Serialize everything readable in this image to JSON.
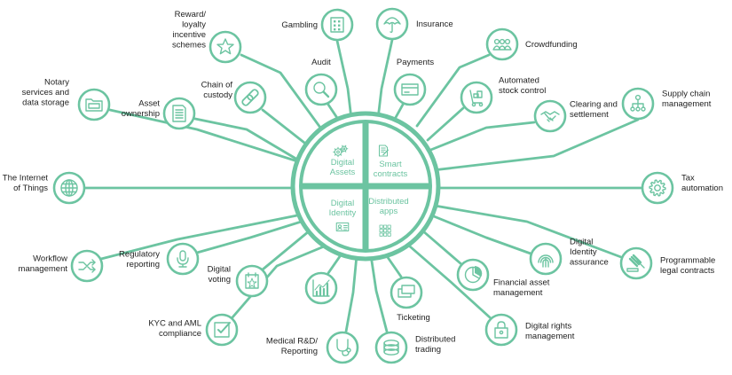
{
  "colors": {
    "accent": "#6cc4a1",
    "text": "#222222",
    "background": "#ffffff"
  },
  "center": {
    "quadrants": [
      {
        "lines": [
          "Digital",
          "Assets"
        ],
        "icon": "gears-icon"
      },
      {
        "lines": [
          "Smart",
          "contracts"
        ],
        "icon": "contract-icon"
      },
      {
        "lines": [
          "Digital",
          "Identity"
        ],
        "icon": "id-card-icon"
      },
      {
        "lines": [
          "Distributed",
          "apps"
        ],
        "icon": "app-grid-icon"
      }
    ]
  },
  "nodes": [
    {
      "id": "gambling",
      "lines": [
        "Gambling"
      ],
      "icon": "dice-icon"
    },
    {
      "id": "insurance",
      "lines": [
        "Insurance"
      ],
      "icon": "umbrella-icon"
    },
    {
      "id": "reward",
      "lines": [
        "Reward/",
        "loyalty",
        "incentive",
        "schemes"
      ],
      "icon": "star-icon"
    },
    {
      "id": "crowdfunding",
      "lines": [
        "Crowdfunding"
      ],
      "icon": "people-icon"
    },
    {
      "id": "audit",
      "lines": [
        "Audit"
      ],
      "icon": "magnifier-icon"
    },
    {
      "id": "payments",
      "lines": [
        "Payments"
      ],
      "icon": "credit-card-icon"
    },
    {
      "id": "automated-stock",
      "lines": [
        "Automated",
        "stock control"
      ],
      "icon": "trolley-icon"
    },
    {
      "id": "notary",
      "lines": [
        "Notary",
        "services and",
        "data storage"
      ],
      "icon": "folder-icon"
    },
    {
      "id": "chain-custody",
      "lines": [
        "Chain of",
        "custody"
      ],
      "icon": "chain-link-icon"
    },
    {
      "id": "asset-ownership",
      "lines": [
        "Asset",
        "ownership"
      ],
      "icon": "document-icon"
    },
    {
      "id": "clearing",
      "lines": [
        "Clearing and",
        "settlement"
      ],
      "icon": "handshake-icon"
    },
    {
      "id": "supply-chain",
      "lines": [
        "Supply chain",
        "management"
      ],
      "icon": "network-icon"
    },
    {
      "id": "iot",
      "lines": [
        "The Internet",
        "of Things"
      ],
      "icon": "globe-icon"
    },
    {
      "id": "tax",
      "lines": [
        "Tax",
        "automation"
      ],
      "icon": "gear-icon"
    },
    {
      "id": "workflow",
      "lines": [
        "Workflow",
        "management"
      ],
      "icon": "shuffle-icon"
    },
    {
      "id": "regulatory",
      "lines": [
        "Regulatory",
        "reporting"
      ],
      "icon": "microphone-icon"
    },
    {
      "id": "voting",
      "lines": [
        "Digital",
        "voting"
      ],
      "icon": "ballot-icon"
    },
    {
      "id": "digital-identity-assurance",
      "lines": [
        "Digital",
        "Identity",
        "assurance"
      ],
      "icon": "fingerprint-icon"
    },
    {
      "id": "legal-contracts",
      "lines": [
        "Programmable",
        "legal contracts"
      ],
      "icon": "gavel-icon"
    },
    {
      "id": "financial-asset",
      "lines": [
        "Financial asset",
        "management"
      ],
      "icon": "pie-chart-icon"
    },
    {
      "id": "kyc",
      "lines": [
        "KYC and AML",
        "compliance"
      ],
      "icon": "checkbox-icon"
    },
    {
      "id": "medical",
      "lines": [
        "Medical R&D/",
        "Reporting"
      ],
      "icon": "stethoscope-icon"
    },
    {
      "id": "ticketing",
      "lines": [
        "Ticketing"
      ],
      "icon": "ticket-icon"
    },
    {
      "id": "digital-rights",
      "lines": [
        "Digital rights",
        "management"
      ],
      "icon": "padlock-icon"
    },
    {
      "id": "distributed-trading",
      "lines": [
        "Distributed",
        "trading"
      ],
      "icon": "coins-icon"
    },
    {
      "id": "analytics",
      "lines": [],
      "icon": "bar-chart-icon"
    }
  ]
}
